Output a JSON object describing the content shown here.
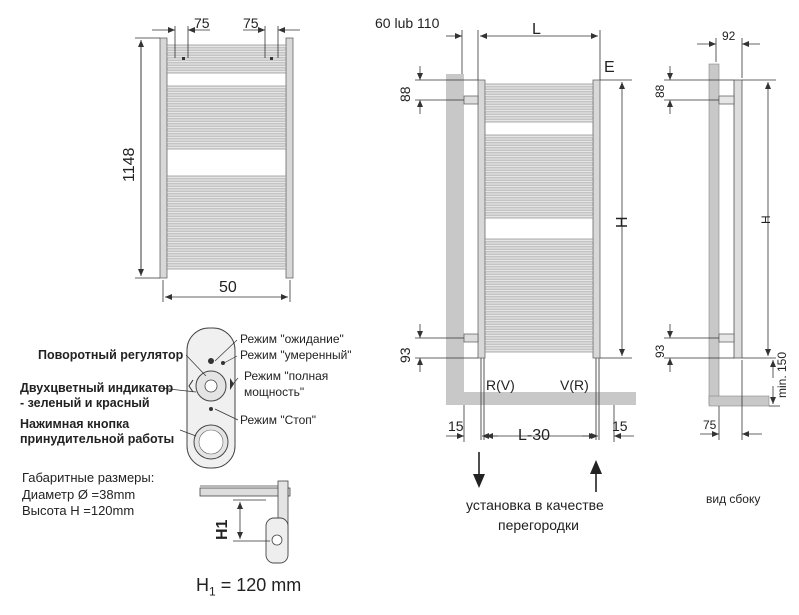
{
  "front_view": {
    "dim_top_left": "75",
    "dim_top_right": "75",
    "dim_height": "1148",
    "dim_width": "50"
  },
  "controller": {
    "label_rotary": "Поворотный регулятор",
    "label_indicator_line1": "Двухцветный индикатор",
    "label_indicator_line2": "- зеленый и красный",
    "label_button_line1": "Нажимная кнопка",
    "label_button_line2": "принудительной работы",
    "mode_standby": "Режим \"ожидание\"",
    "mode_moderate": "Режим \"умеренный\"",
    "mode_full_line1": "Режим \"полная",
    "mode_full_line2": "мощность\"",
    "mode_stop": "Режим \"Стоп\"",
    "dims_title": "Габаритные размеры:",
    "dims_diameter": "Диаметр Ø =38mm",
    "dims_height": "Высота H =120mm",
    "h1_label": "H1",
    "h1_formula": "H",
    "h1_sub": "1",
    "h1_value": " = 120 mm"
  },
  "middle_view": {
    "dim_offset": "60 lub 110",
    "dim_L": "L",
    "dim_E": "E",
    "dim_88": "88",
    "dim_H": "H",
    "dim_93": "93",
    "label_rv": "R(V)",
    "label_vr": "V(R)",
    "dim_15_left": "15",
    "dim_L30": "L-30",
    "dim_15_right": "15",
    "caption_line1": "установка в качестве",
    "caption_line2": "перегородки"
  },
  "side_view": {
    "dim_92": "92",
    "dim_88": "88",
    "dim_H": "H",
    "dim_93": "93",
    "dim_min150": "min. 150",
    "dim_75": "75",
    "caption": "вид сбоку"
  }
}
